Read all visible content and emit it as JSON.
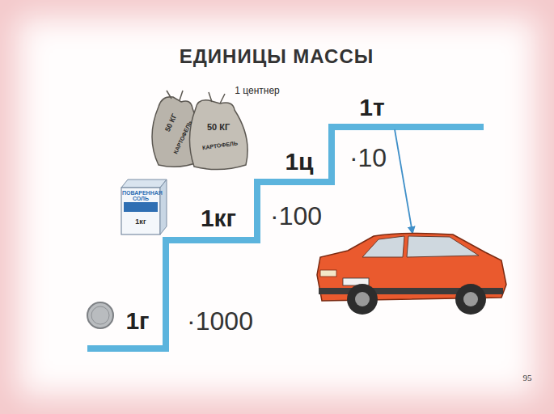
{
  "diagram": {
    "title": "ЕДИНИЦЫ МАССЫ",
    "labels": [
      "1 центнер",
      "50 КГ",
      "КАРТОФЕЛЬ",
      "50 КГ",
      "КАРТОФЕЛЬ",
      "ПОВАРЕННАЯ СОЛЬ",
      "1кг",
      "1т",
      "1ц",
      "·10",
      "1кг",
      "·100",
      "1г",
      "·1000",
      "95"
    ]
  }
}
